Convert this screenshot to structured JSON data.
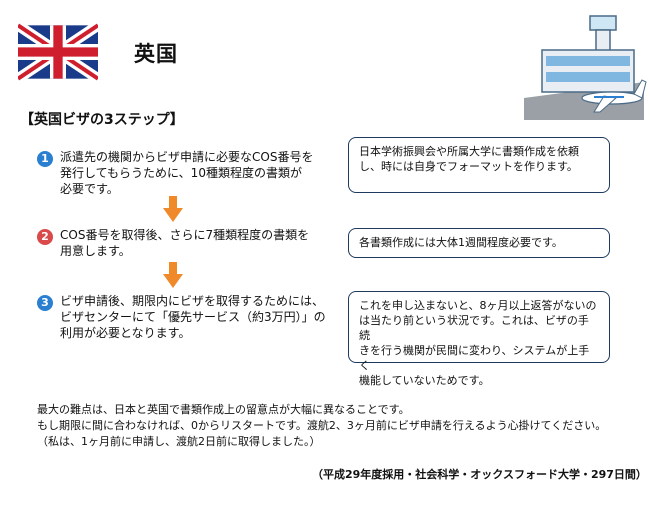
{
  "page": {
    "title": "英国",
    "section_heading": "【英国ビザの3ステップ】"
  },
  "colors": {
    "step_blue": "#2b7fd0",
    "step_red": "#d94a4a",
    "arrow_orange": "#f0892a",
    "note_border": "#1f3a5f"
  },
  "steps": [
    {
      "number": "1",
      "text": "派遣先の機関からビザ申請に必要なCOS番号を\n 発行してもらうために、10種類程度の書類が\n 必要です。",
      "note": "日本学術振興会や所属大学に書類作成を依頼\nし、時には自身でフォーマットを作ります。"
    },
    {
      "number": "2",
      "text": "COS番号を取得後、さらに7種類程度の書類を\n用意します。",
      "note": "各書類作成には大体1週間程度必要です。"
    },
    {
      "number": "3",
      "text": "ビザ申請後、期限内にビザを取得するためには、\nビザセンターにて「優先サービス（約3万円）」の\n利用が必要となります。",
      "note": "これを申し込まないと、8ヶ月以上返答がないの\nは当たり前という状況です。これは、ビザの手続\nきを行う機関が民間に変わり、システムが上手く\n機能していないためです。"
    }
  ],
  "bottom_text": "最大の難点は、日本と英国で書類作成上の留意点が大幅に異なることです。\nもし期限に間に合わなければ、0からリスタートです。渡航2、3ヶ月前にビザ申請を行えるよう心掛けてください。\n（私は、1ヶ月前に申請し、渡航2日前に取得しました。）",
  "footer": "（平成29年度採用・社会科学・オックスフォード大学・297日間）"
}
